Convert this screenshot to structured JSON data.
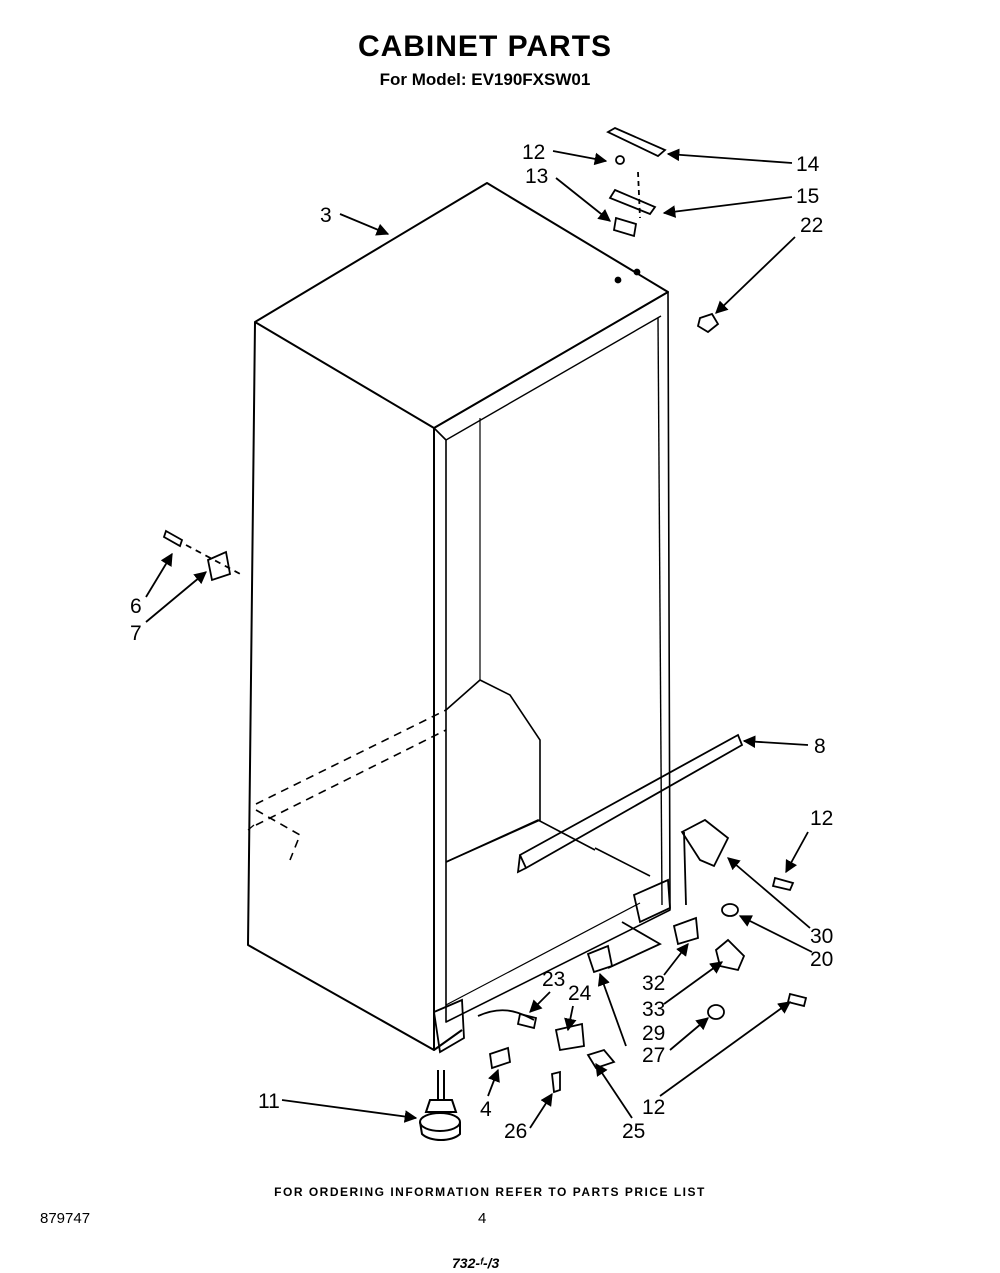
{
  "header": {
    "title": "CABINET PARTS",
    "subtitle": "For Model: EV190FXSW01"
  },
  "callouts": [
    "3",
    "4",
    "6",
    "7",
    "8",
    "11",
    "12",
    "12",
    "12",
    "12",
    "13",
    "14",
    "15",
    "20",
    "22",
    "23",
    "24",
    "25",
    "26",
    "27",
    "29",
    "30",
    "32",
    "33"
  ],
  "footer": {
    "ordering_note": "FOR ORDERING INFORMATION REFER TO PARTS PRICE LIST",
    "document_number": "879747",
    "page_number": "4",
    "code": "732-ᶠ-/3"
  }
}
